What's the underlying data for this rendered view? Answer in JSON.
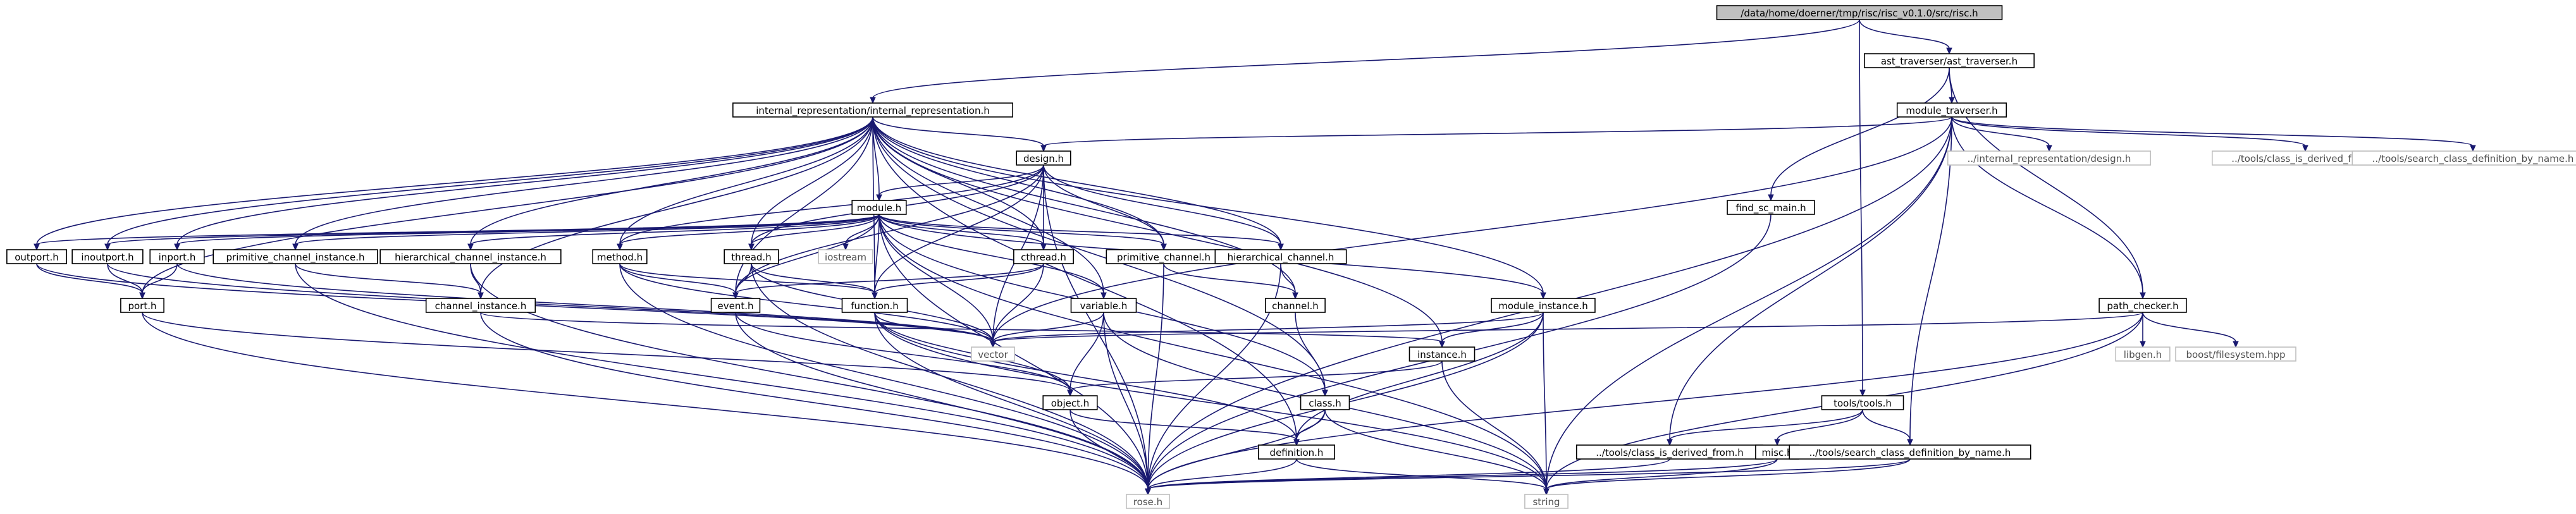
{
  "graph": {
    "nodes": [
      {
        "id": "root",
        "label": "/data/home/doerner/tmp/risc/risc_v0.1.0/src/risc.h",
        "root": true
      },
      {
        "id": "ir",
        "label": "internal_representation/internal_representation.h"
      },
      {
        "id": "astt",
        "label": "ast_traverser/ast_traverser.h"
      },
      {
        "id": "modtrav",
        "label": "module_traverser.h"
      },
      {
        "id": "design",
        "label": "design.h"
      },
      {
        "id": "extdesign",
        "label": "../internal_representation/design.h",
        "ext": true
      },
      {
        "id": "ext_cidf",
        "label": "../tools/class_is_derived_from.h",
        "ext": true
      },
      {
        "id": "ext_scdbn",
        "label": "../tools/search_class_definition_by_name.h",
        "ext": true
      },
      {
        "id": "module",
        "label": "module.h"
      },
      {
        "id": "findsc",
        "label": "find_sc_main.h"
      },
      {
        "id": "outport",
        "label": "outport.h"
      },
      {
        "id": "inoutport",
        "label": "inoutport.h"
      },
      {
        "id": "inport",
        "label": "inport.h"
      },
      {
        "id": "pci",
        "label": "primitive_channel_instance.h"
      },
      {
        "id": "hci",
        "label": "hierarchical_channel_instance.h"
      },
      {
        "id": "method",
        "label": "method.h"
      },
      {
        "id": "thread",
        "label": "thread.h"
      },
      {
        "id": "iostream",
        "label": "iostream",
        "ext": true
      },
      {
        "id": "cthread",
        "label": "cthread.h"
      },
      {
        "id": "primch",
        "label": "primitive_channel.h"
      },
      {
        "id": "hierch",
        "label": "hierarchical_channel.h"
      },
      {
        "id": "modinst",
        "label": "module_instance.h"
      },
      {
        "id": "pathchk",
        "label": "path_checker.h"
      },
      {
        "id": "port",
        "label": "port.h"
      },
      {
        "id": "chinst",
        "label": "channel_instance.h"
      },
      {
        "id": "event",
        "label": "event.h"
      },
      {
        "id": "function",
        "label": "function.h"
      },
      {
        "id": "variable",
        "label": "variable.h"
      },
      {
        "id": "channel",
        "label": "channel.h"
      },
      {
        "id": "vector",
        "label": "vector",
        "ext": true
      },
      {
        "id": "instance",
        "label": "instance.h"
      },
      {
        "id": "libgen",
        "label": "libgen.h",
        "ext": true
      },
      {
        "id": "boostfs",
        "label": "boost/filesystem.hpp",
        "ext": true
      },
      {
        "id": "tools",
        "label": "tools/tools.h"
      },
      {
        "id": "class",
        "label": "class.h"
      },
      {
        "id": "object",
        "label": "object.h"
      },
      {
        "id": "tcidf",
        "label": "../tools/class_is_derived_from.h"
      },
      {
        "id": "misc",
        "label": "misc.h"
      },
      {
        "id": "tscdbn",
        "label": "../tools/search_class_definition_by_name.h"
      },
      {
        "id": "definition",
        "label": "definition.h"
      },
      {
        "id": "rose",
        "label": "rose.h",
        "ext": true
      },
      {
        "id": "string",
        "label": "string",
        "ext": true
      }
    ],
    "edges": [
      [
        "root",
        "ir"
      ],
      [
        "root",
        "astt"
      ],
      [
        "root",
        "tools"
      ],
      [
        "astt",
        "modtrav"
      ],
      [
        "astt",
        "findsc"
      ],
      [
        "astt",
        "pathchk"
      ],
      [
        "modtrav",
        "design"
      ],
      [
        "modtrav",
        "extdesign"
      ],
      [
        "modtrav",
        "ext_cidf"
      ],
      [
        "modtrav",
        "ext_scdbn"
      ],
      [
        "modtrav",
        "vector"
      ],
      [
        "modtrav",
        "pathchk"
      ],
      [
        "modtrav",
        "tcidf"
      ],
      [
        "modtrav",
        "tscdbn"
      ],
      [
        "modtrav",
        "rose"
      ],
      [
        "modtrav",
        "string"
      ],
      [
        "ir",
        "design"
      ],
      [
        "ir",
        "module"
      ],
      [
        "ir",
        "outport"
      ],
      [
        "ir",
        "inoutport"
      ],
      [
        "ir",
        "inport"
      ],
      [
        "ir",
        "pci"
      ],
      [
        "ir",
        "hci"
      ],
      [
        "ir",
        "method"
      ],
      [
        "ir",
        "thread"
      ],
      [
        "ir",
        "cthread"
      ],
      [
        "ir",
        "primch"
      ],
      [
        "ir",
        "hierch"
      ],
      [
        "ir",
        "modinst"
      ],
      [
        "ir",
        "port"
      ],
      [
        "ir",
        "chinst"
      ],
      [
        "ir",
        "event"
      ],
      [
        "ir",
        "function"
      ],
      [
        "ir",
        "variable"
      ],
      [
        "ir",
        "channel"
      ],
      [
        "ir",
        "instance"
      ],
      [
        "ir",
        "class"
      ],
      [
        "ir",
        "definition"
      ],
      [
        "design",
        "module"
      ],
      [
        "design",
        "method"
      ],
      [
        "design",
        "thread"
      ],
      [
        "design",
        "cthread"
      ],
      [
        "design",
        "primch"
      ],
      [
        "design",
        "hierch"
      ],
      [
        "design",
        "event"
      ],
      [
        "design",
        "function"
      ],
      [
        "design",
        "vector"
      ],
      [
        "design",
        "rose"
      ],
      [
        "module",
        "outport"
      ],
      [
        "module",
        "inoutport"
      ],
      [
        "module",
        "inport"
      ],
      [
        "module",
        "pci"
      ],
      [
        "module",
        "hci"
      ],
      [
        "module",
        "method"
      ],
      [
        "module",
        "thread"
      ],
      [
        "module",
        "iostream"
      ],
      [
        "module",
        "cthread"
      ],
      [
        "module",
        "primch"
      ],
      [
        "module",
        "hierch"
      ],
      [
        "module",
        "modinst"
      ],
      [
        "module",
        "event"
      ],
      [
        "module",
        "function"
      ],
      [
        "module",
        "variable"
      ],
      [
        "module",
        "vector"
      ],
      [
        "module",
        "class"
      ],
      [
        "module",
        "rose"
      ],
      [
        "module",
        "string"
      ],
      [
        "outport",
        "port"
      ],
      [
        "outport",
        "vector"
      ],
      [
        "inoutport",
        "port"
      ],
      [
        "inoutport",
        "vector"
      ],
      [
        "inport",
        "port"
      ],
      [
        "inport",
        "vector"
      ],
      [
        "port",
        "object"
      ],
      [
        "port",
        "rose"
      ],
      [
        "pci",
        "chinst"
      ],
      [
        "pci",
        "rose"
      ],
      [
        "hci",
        "chinst"
      ],
      [
        "hci",
        "rose"
      ],
      [
        "chinst",
        "instance"
      ],
      [
        "chinst",
        "rose"
      ],
      [
        "method",
        "event"
      ],
      [
        "method",
        "function"
      ],
      [
        "method",
        "vector"
      ],
      [
        "method",
        "rose"
      ],
      [
        "thread",
        "event"
      ],
      [
        "thread",
        "function"
      ],
      [
        "thread",
        "vector"
      ],
      [
        "thread",
        "rose"
      ],
      [
        "cthread",
        "event"
      ],
      [
        "cthread",
        "function"
      ],
      [
        "cthread",
        "vector"
      ],
      [
        "event",
        "object"
      ],
      [
        "event",
        "rose"
      ],
      [
        "function",
        "vector"
      ],
      [
        "function",
        "object"
      ],
      [
        "function",
        "definition"
      ],
      [
        "function",
        "rose"
      ],
      [
        "function",
        "string"
      ],
      [
        "variable",
        "vector"
      ],
      [
        "variable",
        "object"
      ],
      [
        "variable",
        "rose"
      ],
      [
        "variable",
        "string"
      ],
      [
        "primch",
        "channel"
      ],
      [
        "primch",
        "rose"
      ],
      [
        "hierch",
        "channel"
      ],
      [
        "hierch",
        "rose"
      ],
      [
        "channel",
        "class"
      ],
      [
        "modinst",
        "instance"
      ],
      [
        "modinst",
        "vector"
      ],
      [
        "modinst",
        "definition"
      ],
      [
        "modinst",
        "rose"
      ],
      [
        "modinst",
        "string"
      ],
      [
        "instance",
        "object"
      ],
      [
        "instance",
        "string"
      ],
      [
        "class",
        "definition"
      ],
      [
        "class",
        "rose"
      ],
      [
        "class",
        "string"
      ],
      [
        "object",
        "definition"
      ],
      [
        "object",
        "rose"
      ],
      [
        "definition",
        "rose"
      ],
      [
        "definition",
        "string"
      ],
      [
        "findsc",
        "rose"
      ],
      [
        "pathchk",
        "vector"
      ],
      [
        "pathchk",
        "libgen"
      ],
      [
        "pathchk",
        "boostfs"
      ],
      [
        "pathchk",
        "rose"
      ],
      [
        "pathchk",
        "string"
      ],
      [
        "tools",
        "tcidf"
      ],
      [
        "tools",
        "misc"
      ],
      [
        "tools",
        "tscdbn"
      ],
      [
        "tcidf",
        "rose"
      ],
      [
        "misc",
        "rose"
      ],
      [
        "misc",
        "string"
      ],
      [
        "tscdbn",
        "rose"
      ],
      [
        "tscdbn",
        "string"
      ]
    ]
  }
}
